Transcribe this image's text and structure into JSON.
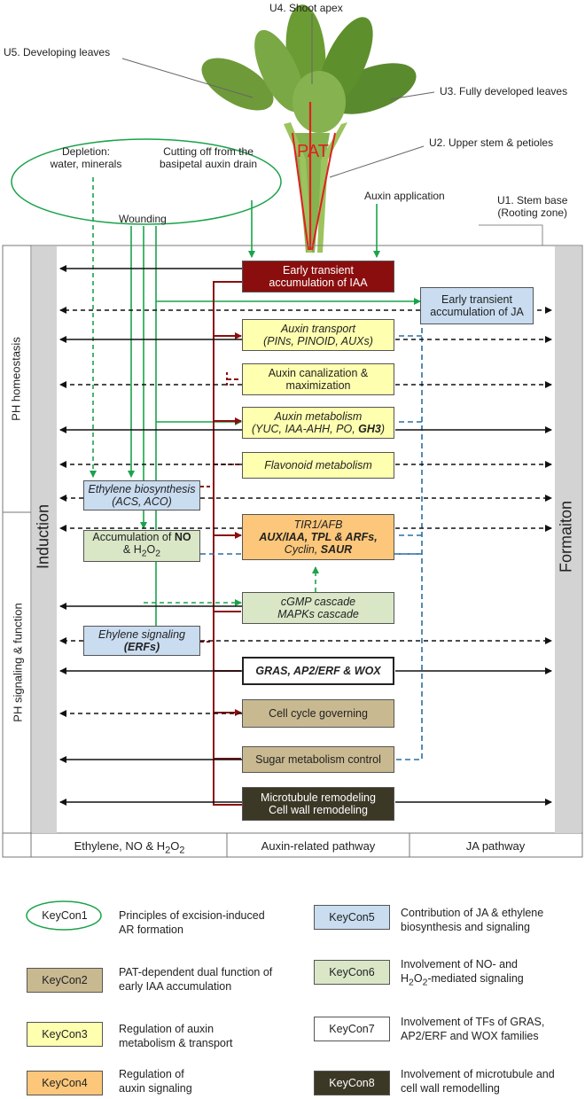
{
  "plant_labels": {
    "u4": "U4. Shoot apex",
    "u5": "U5. Developing leaves",
    "u3": "U3. Fully developed leaves",
    "u2": "U2. Upper stem & petioles",
    "u1_line1": "U1. Stem base",
    "u1_line2": "(Rooting zone)",
    "pat": "PAT"
  },
  "triggers": {
    "depletion_line1": "Depletion:",
    "depletion_line2": "water, minerals",
    "cutting_line1": "Cutting off from the",
    "cutting_line2": "basipetal auxin drain",
    "wounding": "Wounding",
    "auxin_application": "Auxin application"
  },
  "side_labels": {
    "ph_homeostasis": "PH homeostasis",
    "ph_signaling": "PH signaling & function",
    "induction": "Induction",
    "formation": "Formaiton"
  },
  "boxes": {
    "iaa_l1": "Early  transient",
    "iaa_l2": "accumulation of IAA",
    "ja_l1": "Early transient",
    "ja_l2": "accumulation of JA",
    "transport_l1": "Auxin transport",
    "transport_l2": "(PINs, PINOID, AUXs)",
    "canal_l1": "Auxin canalization &",
    "canal_l2": "maximization",
    "metab_l1": "Auxin metabolism",
    "metab_l2a": "(YUC, IAA-AHH, PO, ",
    "metab_l2b": "GH3",
    "metab_l2c": ")",
    "flavonoid": "Flavonoid metabolism",
    "eth_bio_l1": "Ethylene biosynthesis",
    "eth_bio_l2": "(ACS, ACO)",
    "tir_l1": "TIR1/AFB",
    "tir_l2": "AUX/IAA, TPL & ARFs,",
    "tir_l3a": "Cyclin, ",
    "tir_l3b": "SAUR",
    "no_l1a": "Accumulation of ",
    "no_l1b": "NO",
    "no_l2a": "& H",
    "no_l2sub": "2",
    "no_l2b": "O",
    "no_l2sub2": "2",
    "cgmp_l1": "cGMP cascade",
    "cgmp_l2": "MAPKs cascade",
    "eth_sig_l1": "Ehylene signaling",
    "eth_sig_l2": "(ERFs)",
    "gras_a": "GRAS",
    "gras_b": ", ",
    "gras_c": "AP2/ERF",
    "gras_d": " & ",
    "gras_e": "WOX",
    "cell_cycle": "Cell cycle governing",
    "sugar": "Sugar metabolism control",
    "micro_l1": "Microtubule remodeling",
    "micro_l2": "Cell wall remodeling"
  },
  "columns": {
    "col1_a": "Ethylene, NO & H",
    "col1_sub1": "2",
    "col1_b": "O",
    "col1_sub2": "2",
    "col2": "Auxin-related pathway",
    "col3": "JA pathway"
  },
  "legend": [
    {
      "key": "KeyCon1",
      "text1": "Principles of excision-induced",
      "text2": "AR formation"
    },
    {
      "key": "KeyCon2",
      "text1": "PAT-dependent dual function of",
      "text2": "early IAA accumulation"
    },
    {
      "key": "KeyCon3",
      "text1": "Regulation of auxin",
      "text2": "metabolism & transport"
    },
    {
      "key": "KeyCon4",
      "text1": "Regulation of",
      "text2": "auxin signaling"
    },
    {
      "key": "KeyCon5",
      "text1": "Contribution of JA & ethylene",
      "text2": "biosynthesis and signaling"
    },
    {
      "key": "KeyCon6",
      "text1": "Involvement  of NO- and",
      "text2a": "H",
      "text2sub1": "2",
      "text2b": "O",
      "text2sub2": "2",
      "text2c": "-mediated signaling"
    },
    {
      "key": "KeyCon7",
      "text1": "Involvement  of TFs of GRAS,",
      "text2": "AP2/ERF and WOX families"
    },
    {
      "key": "KeyCon8",
      "text1": "Involvement  of microtubule and",
      "text2": "cell wall remodelling"
    }
  ],
  "colors": {
    "green": "#1aa34a",
    "darkred": "#8b0e0e",
    "blue_dash": "#2a6ea0",
    "black": "#111111"
  },
  "icons": {
    "plant": "plant-illustration"
  }
}
